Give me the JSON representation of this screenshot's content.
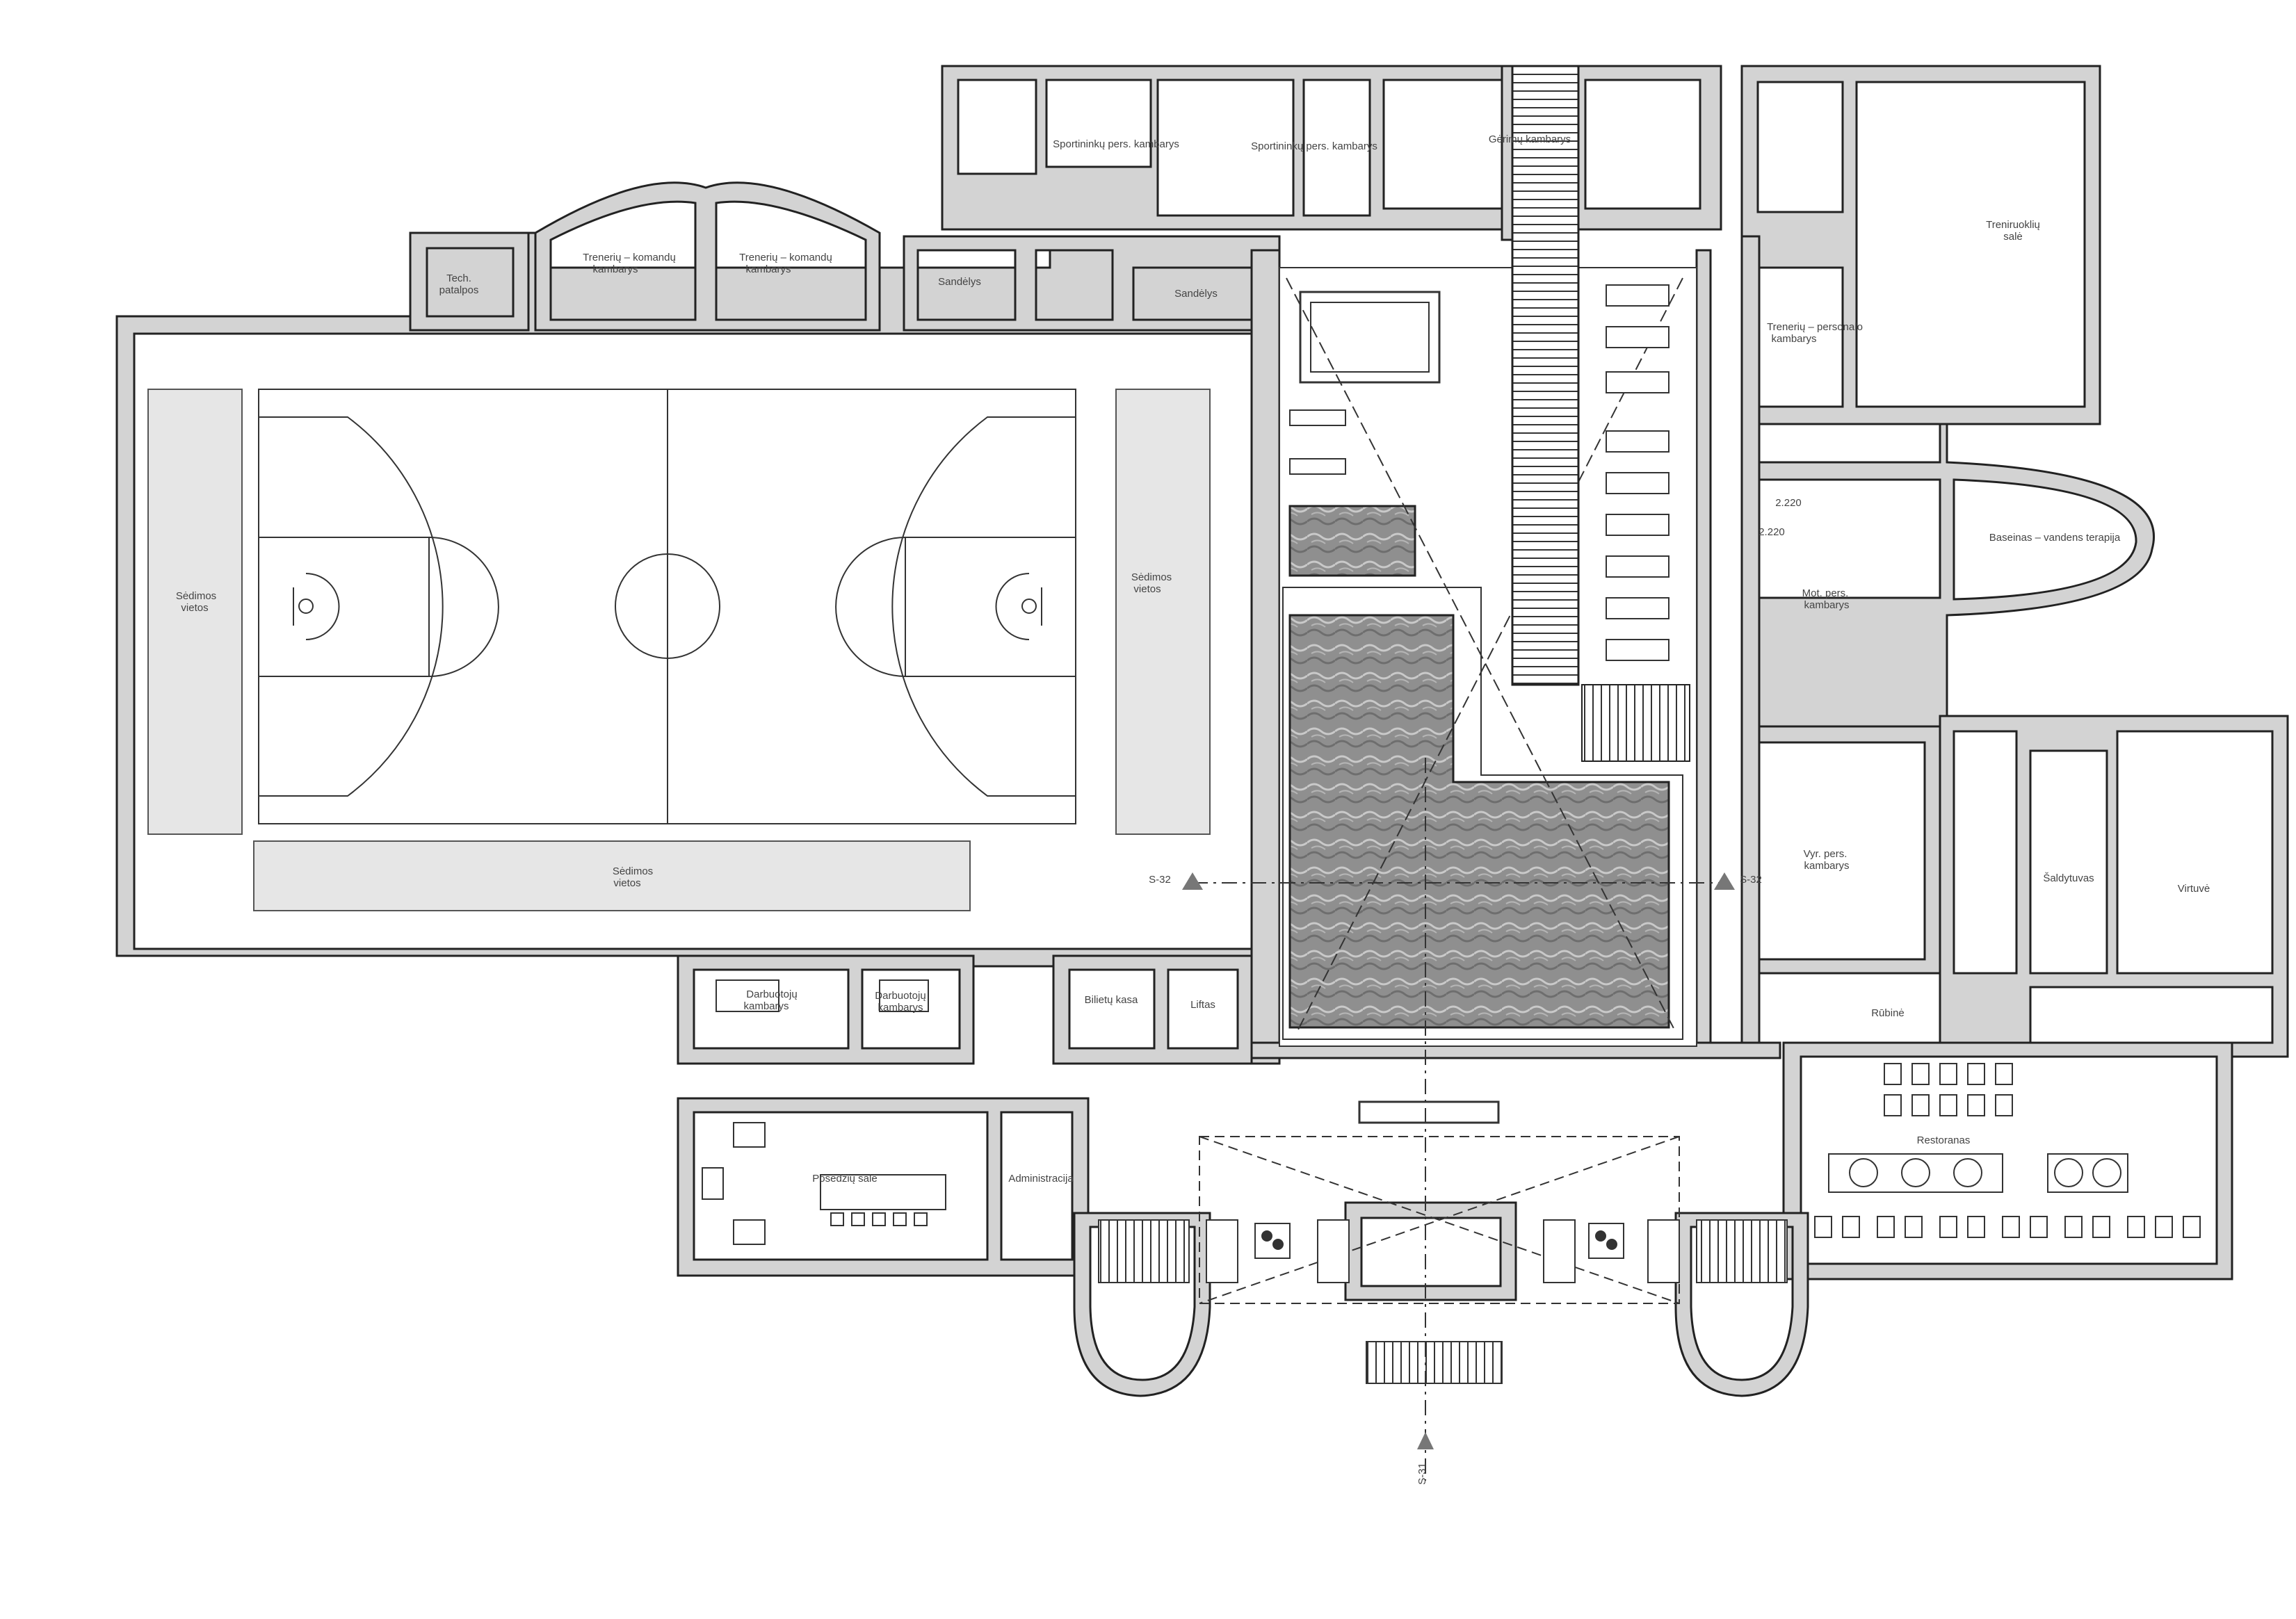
{
  "rooms": {
    "sportsmen_staff_1": "Sportininkų pers. kambarys",
    "sportsmen_staff_2": "Sportininkų pers. kambarys",
    "drink_bar": "Gėrimų kambarys",
    "tech": [
      "Tech.",
      "patalpos"
    ],
    "coach_team_1": [
      "Trenerių – komandų",
      "kambarys"
    ],
    "coach_team_2": [
      "Trenerių – komandų",
      "kambarys"
    ],
    "storage_1": "Sandėlys",
    "storage_2": "Sandėlys",
    "trainers_hall": [
      "Treniruoklių",
      "salė"
    ],
    "coach_staff": [
      "Trenerių – personalo",
      "kambarys"
    ],
    "pool_therapy": "Baseinas – vandens terapija",
    "women_staff": [
      "Mot. pers.",
      "kambarys"
    ],
    "men_staff": [
      "Vyr. pers.",
      "kambarys"
    ],
    "seats_left": [
      "Sėdimos",
      "vietos"
    ],
    "seats_right": [
      "Sėdimos",
      "vietos"
    ],
    "seats_bottom": [
      "Sėdimos",
      "vietos"
    ],
    "workers_1": [
      "Darbuotojų",
      "kambarys"
    ],
    "workers_2": [
      "Darbuotojų",
      "kambarys"
    ],
    "ticket_office": "Bilietų kasa",
    "lift": "Liftas",
    "meeting_hall": "Posėdžių salė",
    "administration": "Administracija",
    "cloakroom": "Rūbinė",
    "fridge": "Šaldytuvas",
    "kitchen": "Virtuvė",
    "restaurant": "Restoranas"
  },
  "sections": {
    "s32_left": "S-32",
    "s32_right": "S-32",
    "s31": "S-31"
  },
  "dimensions": {
    "d1": "2.220",
    "d2": "2.220"
  },
  "colors": {
    "wall_fill": "#d3d3d3",
    "wall_stroke": "#222222",
    "seating_fill": "#e8e8e8",
    "water_fill": "#8a8a8a",
    "line": "#333333"
  }
}
